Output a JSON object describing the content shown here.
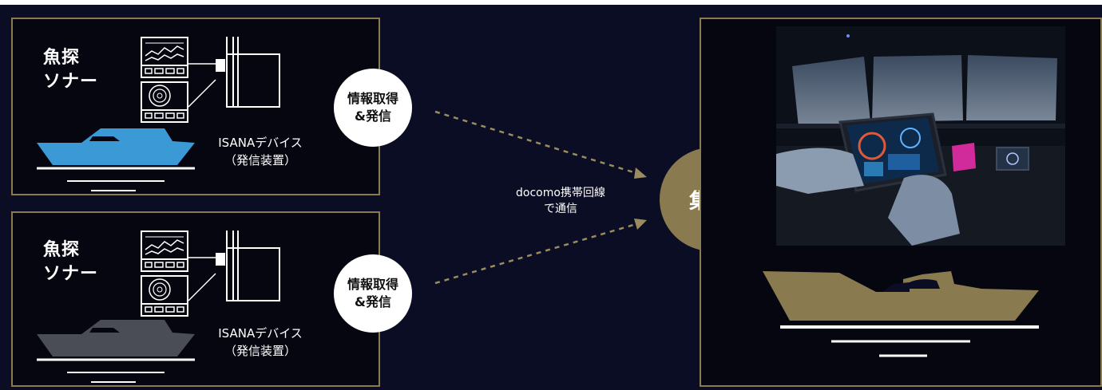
{
  "boat_panel_top": {
    "sonar_line1": "魚探",
    "sonar_line2": "ソナー",
    "device_line1": "ISANAデバイス",
    "device_line2": "（発信装置）",
    "bubble_line1": "情報取得",
    "bubble_line2": "&発信",
    "boat_color": "#3b9ad6"
  },
  "boat_panel_bottom": {
    "sonar_line1": "魚探",
    "sonar_line2": "ソナー",
    "device_line1": "ISANAデバイス",
    "device_line2": "（発信装置）",
    "bubble_line1": "情報取得",
    "bubble_line2": "&発信",
    "boat_color": "#4a4d55"
  },
  "communication": {
    "line1": "docomo携帯回線",
    "line2": "で通信"
  },
  "hub": {
    "label": "集約",
    "boat_color": "#8a7a4f"
  },
  "colors": {
    "background": "#0b0d24",
    "panel_border": "#8a7a4f",
    "gold": "#8a7a4f",
    "white": "#ffffff"
  },
  "icons": [
    "sonar-display-icon",
    "fish-finder-display-icon",
    "isana-device-icon",
    "boat-icon",
    "tablet-photo"
  ]
}
